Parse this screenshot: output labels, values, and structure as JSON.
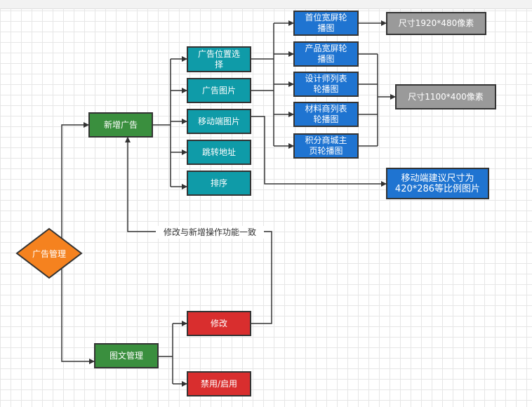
{
  "root": {
    "label": "广告管理",
    "color": "#f5821f"
  },
  "branches": {
    "add_ad": "新增广告",
    "content_mgmt": "图文管理"
  },
  "add_ad_children": {
    "position": "广告位置选\n择",
    "image": "广告图片",
    "mobile_image": "移动端图片",
    "link": "跳转地址",
    "sort": "排序"
  },
  "positions": {
    "home_banner": "首位宽屏轮\n播图",
    "product_banner": "产品宽屏轮\n播图",
    "designer_list": "设计师列表\n轮播图",
    "material_list": "材料商列表\n轮播图",
    "points_mall": "积分商城主\n页轮播图"
  },
  "sizes": {
    "size_1920": "尺寸1920*480像素",
    "size_1100": "尺寸1100*400像素",
    "mobile_size": "移动端建议尺寸为\n420*286等比例图片"
  },
  "content_children": {
    "edit": "修改",
    "toggle": "禁用/启用"
  },
  "edge_note": "修改与新增操作功能一致"
}
